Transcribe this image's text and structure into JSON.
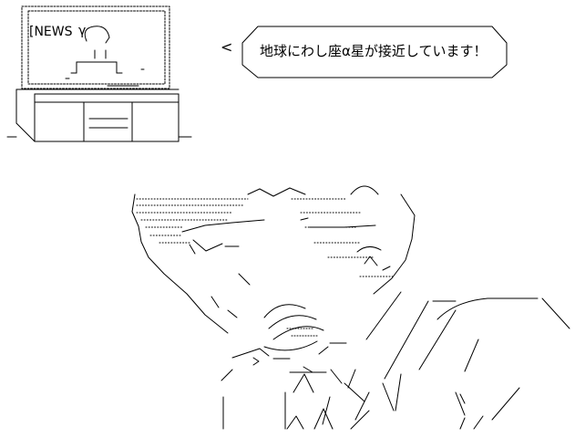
{
  "tv": {
    "screen_label": "[NEWS",
    "screen_label_decor": "γ"
  },
  "speech": {
    "arrow": "<",
    "text": "地球にわし座α星が接近しています！"
  },
  "colors": {
    "ink": "#000000",
    "background": "#ffffff"
  }
}
